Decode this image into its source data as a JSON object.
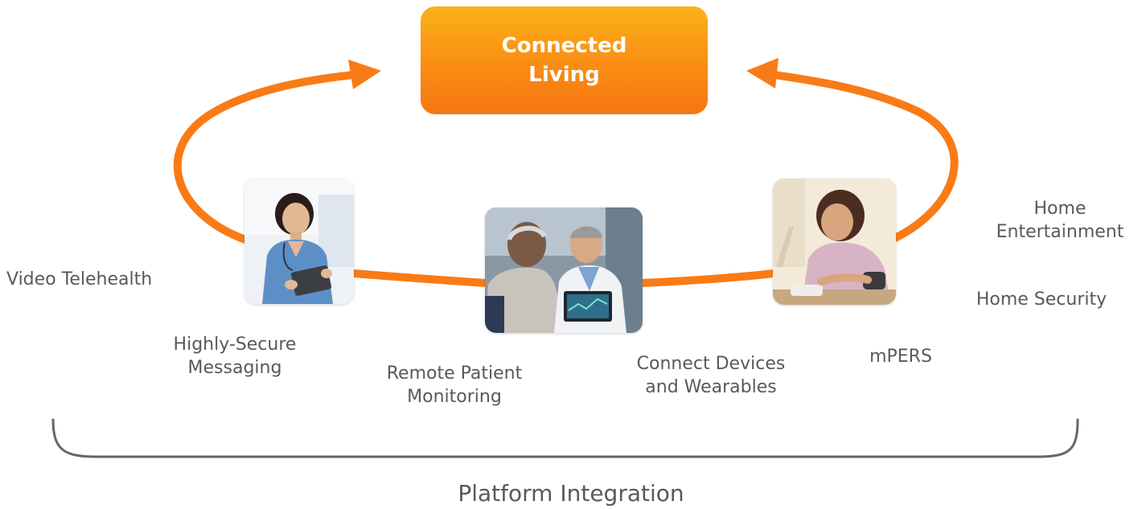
{
  "center": {
    "title_line1": "Connected",
    "title_line2": "Living"
  },
  "labels": {
    "video_telehealth": "Video Telehealth",
    "secure_messaging_line1": "Highly-Secure",
    "secure_messaging_line2": "Messaging",
    "remote_monitoring_line1": "Remote Patient",
    "remote_monitoring_line2": "Monitoring",
    "connect_devices_line1": "Connect Devices",
    "connect_devices_line2": "and Wearables",
    "mpers": "mPERS",
    "home_entertainment_line1": "Home",
    "home_entertainment_line2": "Entertainment",
    "home_security": "Home Security"
  },
  "footer": {
    "platform_integration": "Platform Integration"
  },
  "photos": {
    "left": "nurse-with-tablet-photo",
    "middle": "doctor-and-patient-photo",
    "right": "woman-blood-pressure-photo"
  },
  "colors": {
    "accent_orange": "#f97b16",
    "box_top": "#fbb21a",
    "box_bottom": "#f57512",
    "text_gray": "#595959",
    "brace_gray": "#666666"
  }
}
